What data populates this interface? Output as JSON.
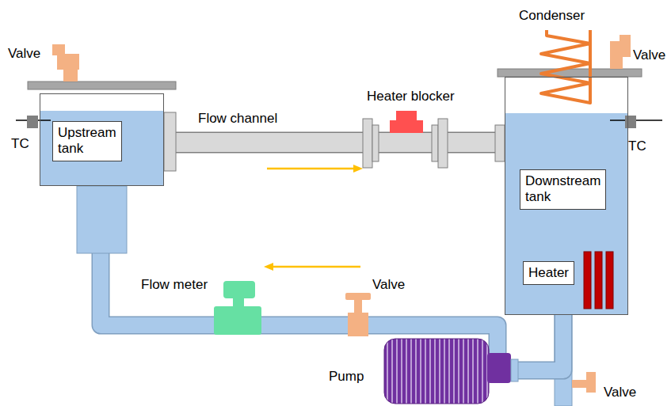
{
  "diagram": {
    "nodes": [
      {
        "text": [
          "Upstream tank"
        ]
      },
      {
        "text": [
          "Downstream tank"
        ]
      },
      {
        "text": [
          "Heater"
        ],
        "in": 1
      }
    ],
    "edges": [
      {
        "from": 0,
        "to": 1,
        "arrow": "none"
      },
      {
        "from": 1,
        "to": 0,
        "arrow": "none"
      }
    ],
    "labels": [
      "Valve",
      "TC",
      "Flow channel",
      "Heater blocker",
      "Condenser",
      "Valve",
      "TC",
      "Flow meter",
      "Valve",
      "Pump",
      "Valve"
    ]
  }
}
